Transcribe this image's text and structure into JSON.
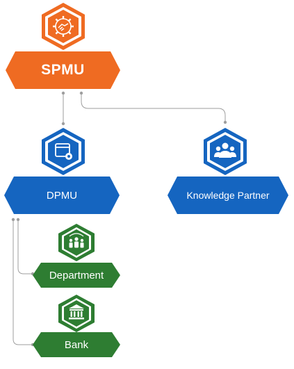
{
  "nodes": {
    "spmu": {
      "label": "SPMU",
      "icon": "gear-handshake-icon",
      "color": "#ef6b22"
    },
    "dpmu": {
      "label": "DPMU",
      "icon": "window-gear-icon",
      "color": "#1565c0"
    },
    "knowledge_partner": {
      "label": "Knowledge Partner",
      "icon": "users-group-icon",
      "color": "#1565c0"
    },
    "department": {
      "label": "Department",
      "icon": "people-group-icon",
      "color": "#2e7d32"
    },
    "bank": {
      "label": "Bank",
      "icon": "bank-building-icon",
      "color": "#2e7d32"
    }
  },
  "connector_color": "#9e9e9e"
}
